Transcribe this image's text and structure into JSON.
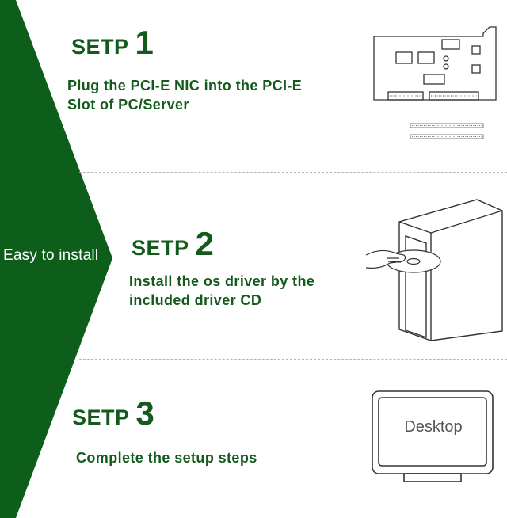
{
  "side_label": "Easy to install",
  "colors": {
    "accent_green": "#0d5e1b",
    "text_green": "#135a1c"
  },
  "steps": [
    {
      "word": "SETP",
      "number": "1",
      "desc_line1": "Plug the PCI-E NIC into the PCI-E",
      "desc_line2": "Slot of PC/Server"
    },
    {
      "word": "SETP",
      "number": "2",
      "desc_line1": "Install the os driver by the",
      "desc_line2": "included driver CD"
    },
    {
      "word": "SETP",
      "number": "3",
      "desc_line1": "Complete the setup steps",
      "desc_line2": ""
    }
  ],
  "monitor_label": "Desktop",
  "icons": [
    "pci-e-card-icon",
    "pc-tower-cd-icon",
    "monitor-icon"
  ]
}
